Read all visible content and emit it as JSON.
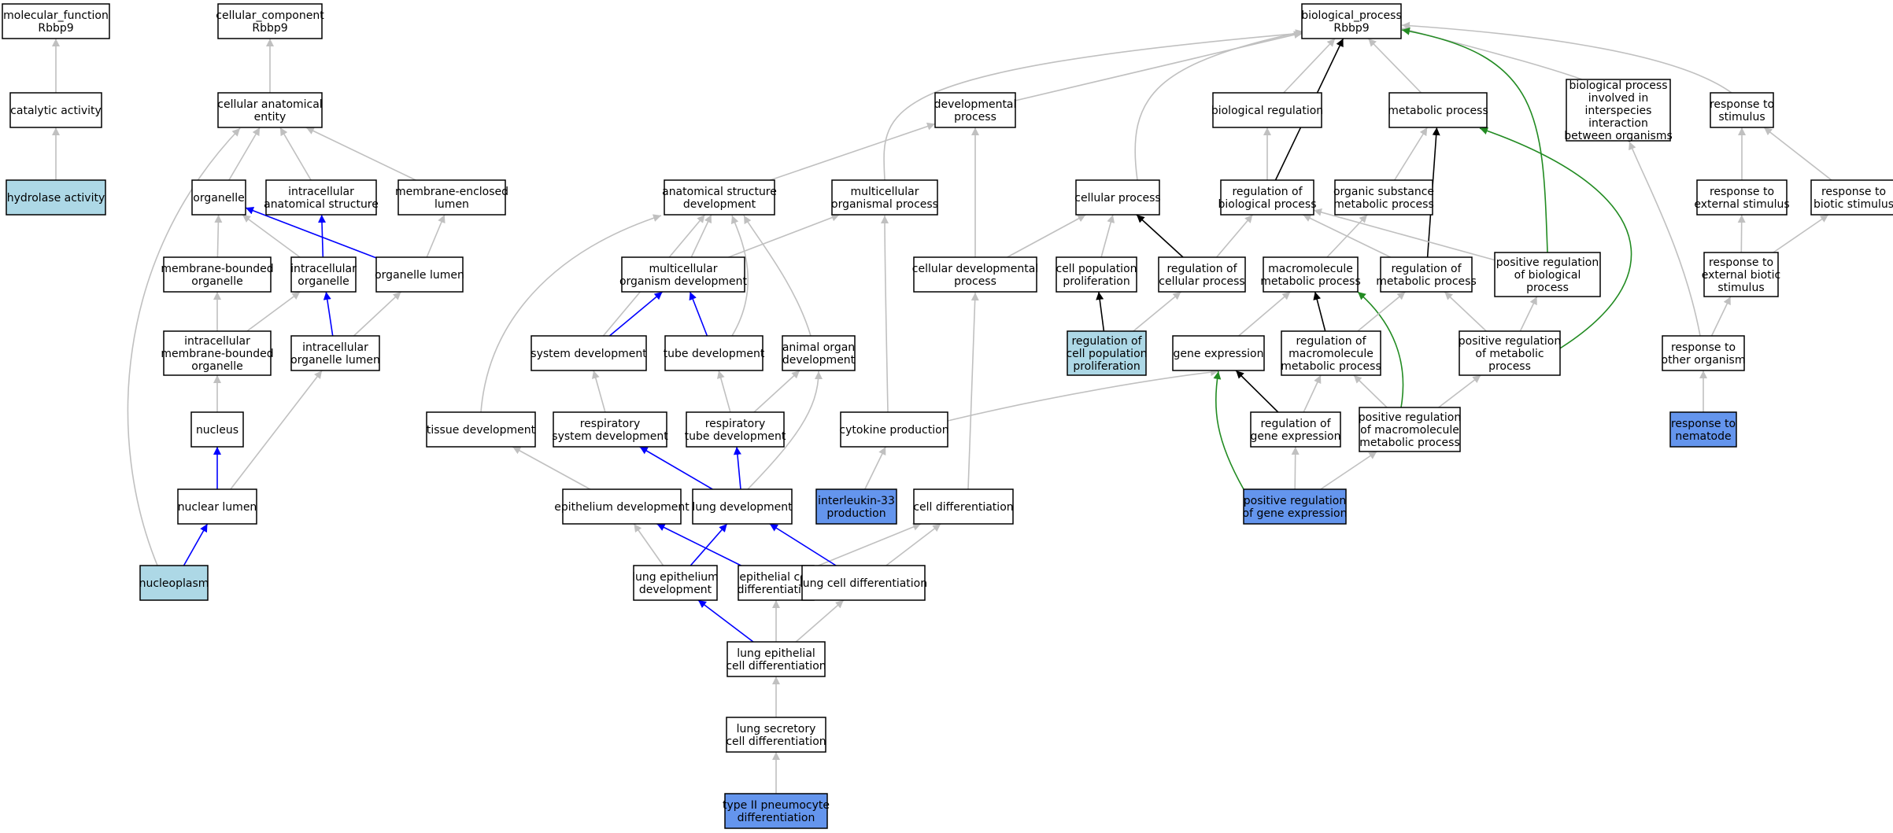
{
  "colors": {
    "default_fill": "#ffffff",
    "light_blue_fill": "#add8e6",
    "annotated_fill": "#6495ed",
    "edge_is_a": "#c0c0c0",
    "edge_part_of": "#0000ff",
    "edge_regulates": "#000000",
    "edge_positively_regulates": "#228b22"
  },
  "nodes": [
    {
      "id": "mf",
      "lines": [
        "molecular_function",
        "Rbbp9"
      ],
      "fill": "default_fill"
    },
    {
      "id": "cc",
      "lines": [
        "cellular_component",
        "Rbbp9"
      ],
      "fill": "default_fill"
    },
    {
      "id": "bp",
      "lines": [
        "biological_process",
        "Rbbp9"
      ],
      "fill": "default_fill"
    },
    {
      "id": "cat",
      "lines": [
        "catalytic activity"
      ],
      "fill": "default_fill"
    },
    {
      "id": "hyd",
      "lines": [
        "hydrolase activity"
      ],
      "fill": "light_blue_fill"
    },
    {
      "id": "cae",
      "lines": [
        "cellular anatomical",
        "entity"
      ],
      "fill": "default_fill"
    },
    {
      "id": "org",
      "lines": [
        "organelle"
      ],
      "fill": "default_fill"
    },
    {
      "id": "ias",
      "lines": [
        "intracellular",
        "anatomical structure"
      ],
      "fill": "default_fill"
    },
    {
      "id": "mel",
      "lines": [
        "membrane-enclosed",
        "lumen"
      ],
      "fill": "default_fill"
    },
    {
      "id": "mbo",
      "lines": [
        "membrane-bounded",
        "organelle"
      ],
      "fill": "default_fill"
    },
    {
      "id": "io",
      "lines": [
        "intracellular",
        "organelle"
      ],
      "fill": "default_fill"
    },
    {
      "id": "ol",
      "lines": [
        "organelle lumen"
      ],
      "fill": "default_fill"
    },
    {
      "id": "imbo",
      "lines": [
        "intracellular",
        "membrane-bounded",
        "organelle"
      ],
      "fill": "default_fill"
    },
    {
      "id": "iol",
      "lines": [
        "intracellular",
        "organelle lumen"
      ],
      "fill": "default_fill"
    },
    {
      "id": "nuc",
      "lines": [
        "nucleus"
      ],
      "fill": "default_fill"
    },
    {
      "id": "nl",
      "lines": [
        "nuclear lumen"
      ],
      "fill": "default_fill"
    },
    {
      "id": "np",
      "lines": [
        "nucleoplasm"
      ],
      "fill": "light_blue_fill"
    },
    {
      "id": "dp",
      "lines": [
        "developmental",
        "process"
      ],
      "fill": "default_fill"
    },
    {
      "id": "breg",
      "lines": [
        "biological regulation"
      ],
      "fill": "default_fill"
    },
    {
      "id": "mp",
      "lines": [
        "metabolic process"
      ],
      "fill": "default_fill"
    },
    {
      "id": "bpii",
      "lines": [
        "biological process",
        "involved in",
        "interspecies",
        "interaction",
        "between organisms"
      ],
      "fill": "default_fill"
    },
    {
      "id": "rts",
      "lines": [
        "response to",
        "stimulus"
      ],
      "fill": "default_fill"
    },
    {
      "id": "asd",
      "lines": [
        "anatomical structure",
        "development"
      ],
      "fill": "default_fill"
    },
    {
      "id": "mop",
      "lines": [
        "multicellular",
        "organismal process"
      ],
      "fill": "default_fill"
    },
    {
      "id": "cp",
      "lines": [
        "cellular process"
      ],
      "fill": "default_fill"
    },
    {
      "id": "rbp",
      "lines": [
        "regulation of",
        "biological process"
      ],
      "fill": "default_fill"
    },
    {
      "id": "osmp",
      "lines": [
        "organic substance",
        "metabolic process"
      ],
      "fill": "default_fill"
    },
    {
      "id": "rtes",
      "lines": [
        "response to",
        "external stimulus"
      ],
      "fill": "default_fill"
    },
    {
      "id": "rtbs",
      "lines": [
        "response to",
        "biotic stimulus"
      ],
      "fill": "default_fill"
    },
    {
      "id": "mod",
      "lines": [
        "multicellular",
        "organism development"
      ],
      "fill": "default_fill"
    },
    {
      "id": "cdp",
      "lines": [
        "cellular developmental",
        "process"
      ],
      "fill": "default_fill"
    },
    {
      "id": "cpp",
      "lines": [
        "cell population",
        "proliferation"
      ],
      "fill": "default_fill"
    },
    {
      "id": "rcp",
      "lines": [
        "regulation of",
        "cellular process"
      ],
      "fill": "default_fill"
    },
    {
      "id": "mmp",
      "lines": [
        "macromolecule",
        "metabolic process"
      ],
      "fill": "default_fill"
    },
    {
      "id": "rmp",
      "lines": [
        "regulation of",
        "metabolic process"
      ],
      "fill": "default_fill"
    },
    {
      "id": "prbp",
      "lines": [
        "positive regulation",
        "of biological",
        "process"
      ],
      "fill": "default_fill"
    },
    {
      "id": "rtebs",
      "lines": [
        "response to",
        "external biotic",
        "stimulus"
      ],
      "fill": "default_fill"
    },
    {
      "id": "sd",
      "lines": [
        "system development"
      ],
      "fill": "default_fill"
    },
    {
      "id": "td",
      "lines": [
        "tube development"
      ],
      "fill": "default_fill"
    },
    {
      "id": "aod",
      "lines": [
        "animal organ",
        "development"
      ],
      "fill": "default_fill"
    },
    {
      "id": "rcpp",
      "lines": [
        "regulation of",
        "cell population",
        "proliferation"
      ],
      "fill": "light_blue_fill"
    },
    {
      "id": "ge",
      "lines": [
        "gene expression"
      ],
      "fill": "default_fill"
    },
    {
      "id": "rmmp",
      "lines": [
        "regulation of",
        "macromolecule",
        "metabolic process"
      ],
      "fill": "default_fill"
    },
    {
      "id": "prmp",
      "lines": [
        "positive regulation",
        "of metabolic",
        "process"
      ],
      "fill": "default_fill"
    },
    {
      "id": "rto",
      "lines": [
        "response to",
        "other organism"
      ],
      "fill": "default_fill"
    },
    {
      "id": "tisd",
      "lines": [
        "tissue development"
      ],
      "fill": "default_fill"
    },
    {
      "id": "rsd",
      "lines": [
        "respiratory",
        "system development"
      ],
      "fill": "default_fill"
    },
    {
      "id": "rtd",
      "lines": [
        "respiratory",
        "tube development"
      ],
      "fill": "default_fill"
    },
    {
      "id": "cytp",
      "lines": [
        "cytokine production"
      ],
      "fill": "default_fill"
    },
    {
      "id": "rge",
      "lines": [
        "regulation of",
        "gene expression"
      ],
      "fill": "default_fill"
    },
    {
      "id": "prmmp",
      "lines": [
        "positive regulation",
        "of macromolecule",
        "metabolic process"
      ],
      "fill": "default_fill"
    },
    {
      "id": "rtn",
      "lines": [
        "response to",
        "nematode"
      ],
      "fill": "annotated_fill"
    },
    {
      "id": "epd",
      "lines": [
        "epithelium development"
      ],
      "fill": "default_fill"
    },
    {
      "id": "ld",
      "lines": [
        "lung development"
      ],
      "fill": "default_fill"
    },
    {
      "id": "il33",
      "lines": [
        "interleukin-33",
        "production"
      ],
      "fill": "annotated_fill"
    },
    {
      "id": "cd",
      "lines": [
        "cell differentiation"
      ],
      "fill": "default_fill"
    },
    {
      "id": "prge",
      "lines": [
        "positive regulation",
        "of gene expression"
      ],
      "fill": "annotated_fill"
    },
    {
      "id": "led",
      "lines": [
        "lung epithelium",
        "development"
      ],
      "fill": "default_fill"
    },
    {
      "id": "ecd",
      "lines": [
        "epithelial cell",
        "differentiation"
      ],
      "fill": "default_fill"
    },
    {
      "id": "lcd",
      "lines": [
        "lung cell differentiation"
      ],
      "fill": "default_fill"
    },
    {
      "id": "lecd",
      "lines": [
        "lung epithelial",
        "cell differentiation"
      ],
      "fill": "default_fill"
    },
    {
      "id": "lscd",
      "lines": [
        "lung secretory",
        "cell differentiation"
      ],
      "fill": "default_fill"
    },
    {
      "id": "t2pd",
      "lines": [
        "type II pneumocyte",
        "differentiation"
      ],
      "fill": "annotated_fill"
    }
  ],
  "edges": [
    {
      "from": "cat",
      "to": "mf",
      "type": "edge_is_a"
    },
    {
      "from": "hyd",
      "to": "cat",
      "type": "edge_is_a"
    },
    {
      "from": "cae",
      "to": "cc",
      "type": "edge_is_a"
    },
    {
      "from": "org",
      "to": "cae",
      "type": "edge_is_a"
    },
    {
      "from": "ias",
      "to": "cae",
      "type": "edge_is_a"
    },
    {
      "from": "mel",
      "to": "cae",
      "type": "edge_is_a"
    },
    {
      "from": "np",
      "to": "cae",
      "type": "edge_is_a"
    },
    {
      "from": "mbo",
      "to": "org",
      "type": "edge_is_a"
    },
    {
      "from": "io",
      "to": "org",
      "type": "edge_is_a"
    },
    {
      "from": "ol",
      "to": "org",
      "type": "edge_part_of"
    },
    {
      "from": "io",
      "to": "ias",
      "type": "edge_part_of"
    },
    {
      "from": "ol",
      "to": "mel",
      "type": "edge_is_a"
    },
    {
      "from": "imbo",
      "to": "mbo",
      "type": "edge_is_a"
    },
    {
      "from": "imbo",
      "to": "io",
      "type": "edge_is_a"
    },
    {
      "from": "iol",
      "to": "io",
      "type": "edge_part_of"
    },
    {
      "from": "iol",
      "to": "ol",
      "type": "edge_is_a"
    },
    {
      "from": "nuc",
      "to": "imbo",
      "type": "edge_is_a"
    },
    {
      "from": "nl",
      "to": "nuc",
      "type": "edge_part_of"
    },
    {
      "from": "nl",
      "to": "iol",
      "type": "edge_is_a"
    },
    {
      "from": "np",
      "to": "nl",
      "type": "edge_part_of"
    },
    {
      "from": "dp",
      "to": "bp",
      "type": "edge_is_a"
    },
    {
      "from": "breg",
      "to": "bp",
      "type": "edge_is_a"
    },
    {
      "from": "mp",
      "to": "bp",
      "type": "edge_is_a"
    },
    {
      "from": "bpii",
      "to": "bp",
      "type": "edge_is_a"
    },
    {
      "from": "rts",
      "to": "bp",
      "type": "edge_is_a"
    },
    {
      "from": "mop",
      "to": "bp",
      "type": "edge_is_a"
    },
    {
      "from": "cp",
      "to": "bp",
      "type": "edge_is_a"
    },
    {
      "from": "rbp",
      "to": "bp",
      "type": "edge_regulates"
    },
    {
      "from": "prbp",
      "to": "bp",
      "type": "edge_positively_regulates"
    },
    {
      "from": "asd",
      "to": "dp",
      "type": "edge_is_a"
    },
    {
      "from": "cdp",
      "to": "dp",
      "type": "edge_is_a"
    },
    {
      "from": "rbp",
      "to": "breg",
      "type": "edge_is_a"
    },
    {
      "from": "osmp",
      "to": "mp",
      "type": "edge_is_a"
    },
    {
      "from": "rmp",
      "to": "mp",
      "type": "edge_regulates"
    },
    {
      "from": "prmp",
      "to": "mp",
      "type": "edge_positively_regulates"
    },
    {
      "from": "rto",
      "to": "bpii",
      "type": "edge_is_a"
    },
    {
      "from": "rtes",
      "to": "rts",
      "type": "edge_is_a"
    },
    {
      "from": "rtbs",
      "to": "rts",
      "type": "edge_is_a"
    },
    {
      "from": "mod",
      "to": "asd",
      "type": "edge_is_a"
    },
    {
      "from": "sd",
      "to": "asd",
      "type": "edge_is_a"
    },
    {
      "from": "td",
      "to": "asd",
      "type": "edge_is_a"
    },
    {
      "from": "aod",
      "to": "asd",
      "type": "edge_is_a"
    },
    {
      "from": "tisd",
      "to": "asd",
      "type": "edge_is_a"
    },
    {
      "from": "mod",
      "to": "mop",
      "type": "edge_is_a"
    },
    {
      "from": "cytp",
      "to": "mop",
      "type": "edge_is_a"
    },
    {
      "from": "cdp",
      "to": "cp",
      "type": "edge_is_a"
    },
    {
      "from": "cpp",
      "to": "cp",
      "type": "edge_is_a"
    },
    {
      "from": "rcp",
      "to": "cp",
      "type": "edge_regulates"
    },
    {
      "from": "rcp",
      "to": "rbp",
      "type": "edge_is_a"
    },
    {
      "from": "rmp",
      "to": "rbp",
      "type": "edge_is_a"
    },
    {
      "from": "prbp",
      "to": "rbp",
      "type": "edge_is_a"
    },
    {
      "from": "mmp",
      "to": "osmp",
      "type": "edge_is_a"
    },
    {
      "from": "rtebs",
      "to": "rtes",
      "type": "edge_is_a"
    },
    {
      "from": "rtebs",
      "to": "rtbs",
      "type": "edge_is_a"
    },
    {
      "from": "sd",
      "to": "mod",
      "type": "edge_part_of"
    },
    {
      "from": "td",
      "to": "mod",
      "type": "edge_part_of"
    },
    {
      "from": "cd",
      "to": "cdp",
      "type": "edge_is_a"
    },
    {
      "from": "rcpp",
      "to": "cpp",
      "type": "edge_regulates"
    },
    {
      "from": "rcpp",
      "to": "rcp",
      "type": "edge_is_a"
    },
    {
      "from": "ge",
      "to": "mmp",
      "type": "edge_is_a"
    },
    {
      "from": "rmmp",
      "to": "mmp",
      "type": "edge_regulates"
    },
    {
      "from": "prmmp",
      "to": "mmp",
      "type": "edge_positively_regulates"
    },
    {
      "from": "rmmp",
      "to": "rmp",
      "type": "edge_is_a"
    },
    {
      "from": "prmp",
      "to": "rmp",
      "type": "edge_is_a"
    },
    {
      "from": "prmp",
      "to": "prbp",
      "type": "edge_is_a"
    },
    {
      "from": "rto",
      "to": "rtebs",
      "type": "edge_is_a"
    },
    {
      "from": "rsd",
      "to": "sd",
      "type": "edge_is_a"
    },
    {
      "from": "rtd",
      "to": "td",
      "type": "edge_is_a"
    },
    {
      "from": "rtd",
      "to": "aod",
      "type": "edge_is_a"
    },
    {
      "from": "ld",
      "to": "aod",
      "type": "edge_is_a"
    },
    {
      "from": "cytp",
      "to": "ge",
      "type": "edge_is_a"
    },
    {
      "from": "rge",
      "to": "ge",
      "type": "edge_regulates"
    },
    {
      "from": "prge",
      "to": "ge",
      "type": "edge_positively_regulates"
    },
    {
      "from": "rge",
      "to": "rmmp",
      "type": "edge_is_a"
    },
    {
      "from": "prmmp",
      "to": "rmmp",
      "type": "edge_is_a"
    },
    {
      "from": "prmmp",
      "to": "prmp",
      "type": "edge_is_a"
    },
    {
      "from": "rtn",
      "to": "rto",
      "type": "edge_is_a"
    },
    {
      "from": "epd",
      "to": "tisd",
      "type": "edge_is_a"
    },
    {
      "from": "ld",
      "to": "rsd",
      "type": "edge_part_of"
    },
    {
      "from": "ld",
      "to": "rtd",
      "type": "edge_part_of"
    },
    {
      "from": "il33",
      "to": "cytp",
      "type": "edge_is_a"
    },
    {
      "from": "prge",
      "to": "rge",
      "type": "edge_is_a"
    },
    {
      "from": "prge",
      "to": "prmmp",
      "type": "edge_is_a"
    },
    {
      "from": "led",
      "to": "epd",
      "type": "edge_is_a"
    },
    {
      "from": "led",
      "to": "ld",
      "type": "edge_part_of"
    },
    {
      "from": "ecd",
      "to": "epd",
      "type": "edge_part_of"
    },
    {
      "from": "ecd",
      "to": "cd",
      "type": "edge_is_a"
    },
    {
      "from": "lcd",
      "to": "ld",
      "type": "edge_part_of"
    },
    {
      "from": "lcd",
      "to": "cd",
      "type": "edge_is_a"
    },
    {
      "from": "lecd",
      "to": "led",
      "type": "edge_part_of"
    },
    {
      "from": "lecd",
      "to": "ecd",
      "type": "edge_is_a"
    },
    {
      "from": "lecd",
      "to": "lcd",
      "type": "edge_is_a"
    },
    {
      "from": "lscd",
      "to": "lecd",
      "type": "edge_is_a"
    },
    {
      "from": "t2pd",
      "to": "lscd",
      "type": "edge_is_a"
    }
  ]
}
